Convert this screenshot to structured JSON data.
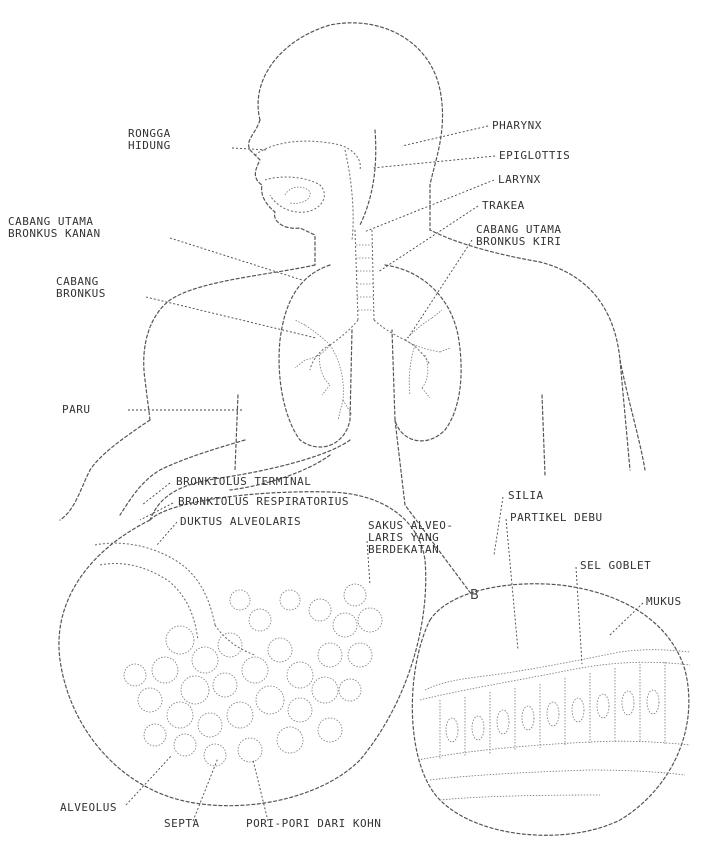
{
  "labels": {
    "rongga_hidung": [
      "RONGGA",
      "HIDUNG"
    ],
    "pharynx": "PHARYNX",
    "epiglottis": "EPIGLOTTIS",
    "larynx": "LARYNX",
    "trakea": "TRAKEA",
    "bronkus_kiri": [
      "CABANG UTAMA",
      "BRONKUS KIRI"
    ],
    "bronkus_kanan": [
      "CABANG UTAMA",
      "BRONKUS KANAN"
    ],
    "cabang_bronkus": [
      "CABANG",
      "BRONKUS"
    ],
    "paru": "PARU",
    "bronkiolus_terminal": "BRONKIOLUS TERMINAL",
    "bronkiolus_respiratorius": "BRONKIOLUS RESPIRATORIUS",
    "duktus_alveolaris": "DUKTUS ALVEOLARIS",
    "sakus_alveolaris": [
      "SAKUS ALVEO-",
      "LARIS YANG",
      "BERDEKATAN"
    ],
    "silia": "SILIA",
    "partikel_debu": "PARTIKEL DEBU",
    "sel_goblet": "SEL GOBLET",
    "mukus": "MUKUS",
    "alveolus": "ALVEOLUS",
    "septa": "SEPTA",
    "pori_pori": "PORI-PORI DARI KOHN"
  },
  "figure_letter": "B"
}
